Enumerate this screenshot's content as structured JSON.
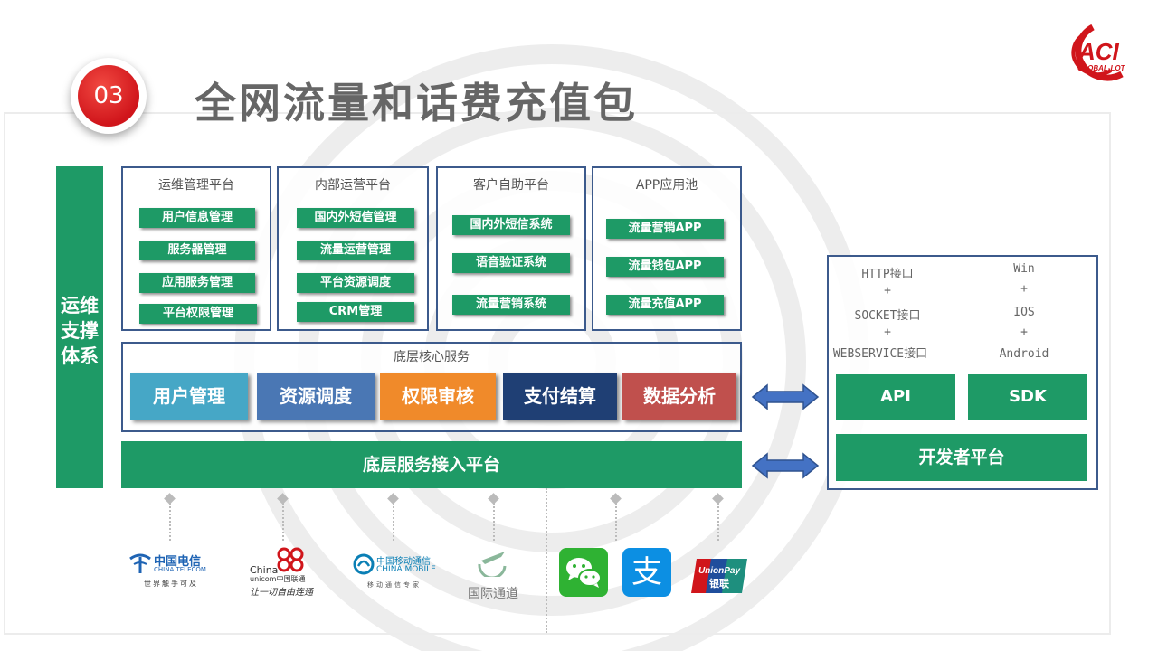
{
  "header": {
    "number": "03",
    "title": "全网流量和话费充值包"
  },
  "logo": {
    "main": "ACI",
    "sub": "GLOBAL-LOT"
  },
  "ops_support": "运维\n支撑\n体系",
  "platforms": [
    {
      "title": "运维管理平台",
      "items": [
        "用户信息管理",
        "服务器管理",
        "应用服务管理",
        "平台权限管理"
      ]
    },
    {
      "title": "内部运营平台",
      "items": [
        "国内外短信管理",
        "流量运营管理",
        "平台资源调度",
        "CRM管理"
      ]
    },
    {
      "title": "客户自助平台",
      "items": [
        "国内外短信系统",
        "语音验证系统",
        "流量营销系统"
      ]
    },
    {
      "title": "APP应用池",
      "items": [
        "流量营销APP",
        "流量钱包APP",
        "流量充值APP"
      ]
    }
  ],
  "core_services": {
    "title": "底层核心服务",
    "items": [
      {
        "label": "用户管理",
        "color": "#46a7c6"
      },
      {
        "label": "资源调度",
        "color": "#4a77b4"
      },
      {
        "label": "权限审核",
        "color": "#f08a2a"
      },
      {
        "label": "支付结算",
        "color": "#1f3f74"
      },
      {
        "label": "数据分析",
        "color": "#c0504d"
      }
    ]
  },
  "access_platform": "底层服务接入平台",
  "developer": {
    "interfaces_left": [
      "HTTP接口",
      "+",
      "SOCKET接口",
      "+",
      "WEBSERVICE接口"
    ],
    "interfaces_right": [
      "Win",
      "+",
      "IOS",
      "+",
      "Android"
    ],
    "api_label": "API",
    "sdk_label": "SDK",
    "platform_label": "开发者平台"
  },
  "partners": {
    "telecom": {
      "cn": "中国电信",
      "en": "CHINA TELECOM",
      "slogan": "世界触手可及"
    },
    "unicom": {
      "en1": "China",
      "en2": "unicom中国联通",
      "slogan": "让一切自由连通"
    },
    "mobile": {
      "cn": "中国移动通信",
      "en": "CHINA MOBILE",
      "slogan": "移动通信专家"
    },
    "international": "国际通道",
    "unionpay": {
      "en": "UnionPay",
      "cn": "银联"
    },
    "alipay_glyph": "支"
  },
  "colors": {
    "green": "#1e9a66",
    "navy_border": "#3c5a8c",
    "badge_red": "#d0151b",
    "arrow_blue": "#4472c4"
  }
}
